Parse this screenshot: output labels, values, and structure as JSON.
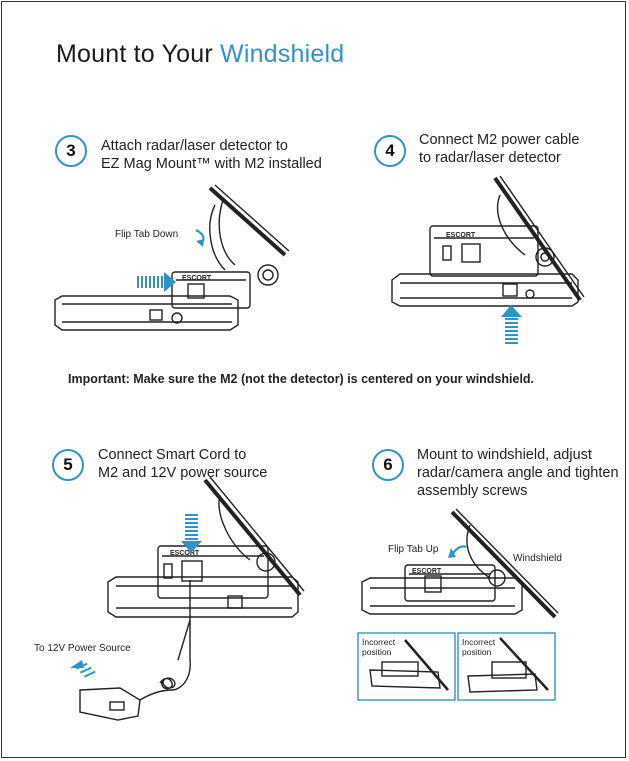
{
  "title": {
    "prefix": "Mount to Your ",
    "accent": "Windshield"
  },
  "accent_color": "#2e93c9",
  "steps": [
    {
      "number": "3",
      "line1": "Attach radar/laser detector to",
      "line2": "EZ Mag Mount™ with M2 installed",
      "line3": ""
    },
    {
      "number": "4",
      "line1": "Connect M2 power cable",
      "line2": "to radar/laser detector",
      "line3": ""
    },
    {
      "number": "5",
      "line1": "Connect Smart Cord to",
      "line2": "M2 and 12V power source",
      "line3": ""
    },
    {
      "number": "6",
      "line1": "Mount to windshield, adjust",
      "line2": "radar/camera angle and tighten",
      "line3": "assembly screws"
    }
  ],
  "important_note": "Important: Make sure the M2 (not the detector) is centered on your windshield.",
  "labels": {
    "flip_tab_down": "Flip Tab Down",
    "flip_tab_up": "Flip Tab Up",
    "windshield": "Windshield",
    "to_power": "To 12V Power Source",
    "incorrect_1_a": "Incorrect",
    "incorrect_1_b": "position",
    "incorrect_2_a": "Incorrect",
    "incorrect_2_b": "position",
    "escort": "ESCORT"
  }
}
